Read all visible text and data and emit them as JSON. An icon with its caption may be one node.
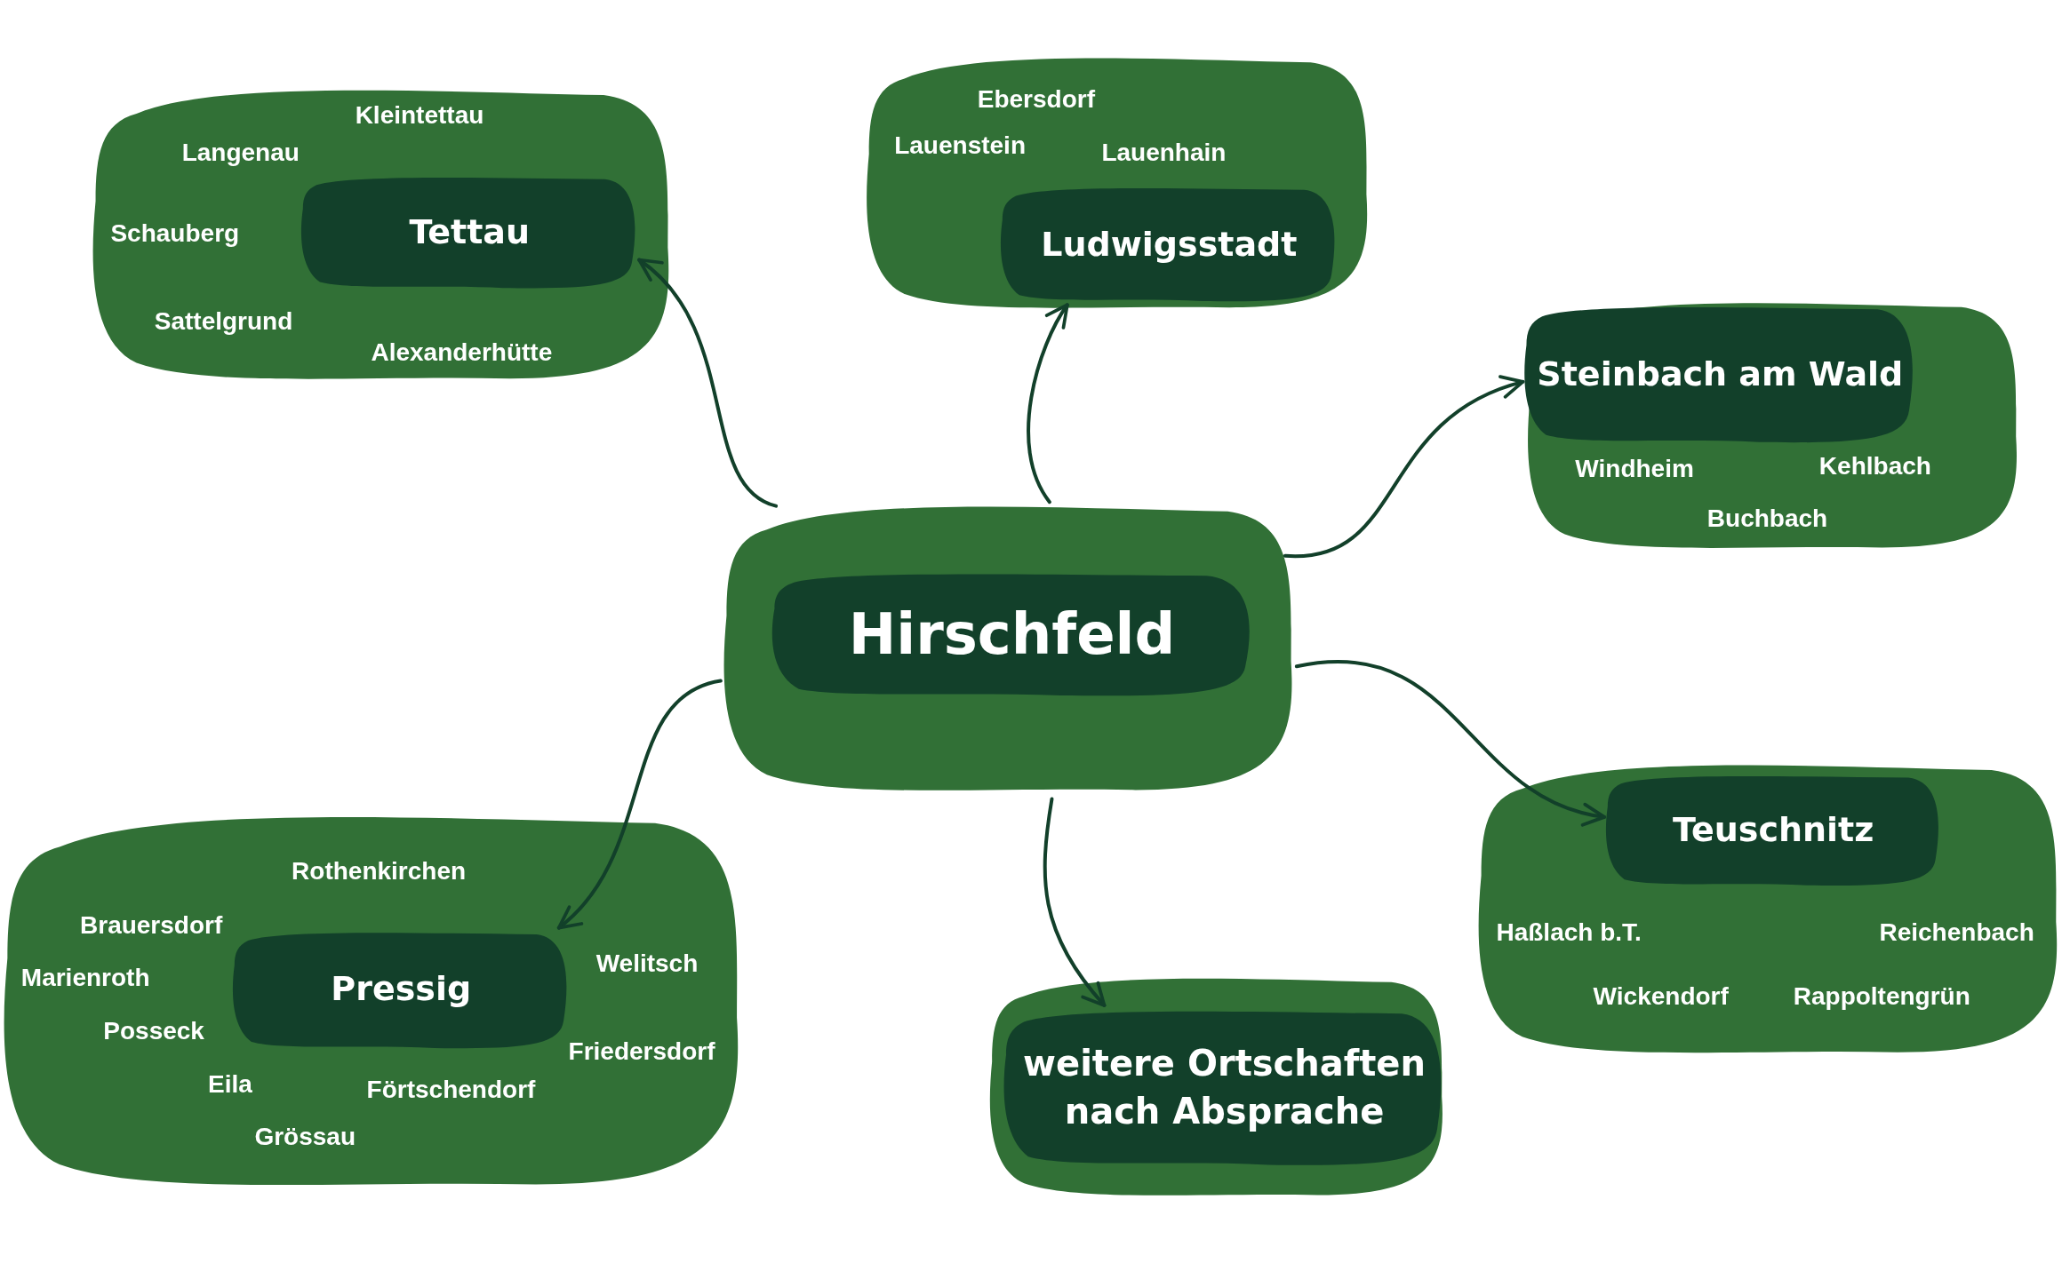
{
  "diagram": {
    "nodes": [
      {
        "text": [
          "Kleintettau",
          "Langenau",
          "Schauberg",
          "Sattelgrund",
          "Alexanderhütte"
        ]
      },
      {
        "text": [
          "Tettau"
        ],
        "in": 0
      },
      {
        "text": [
          "Ebersdorf",
          "Lauenstein",
          "Lauenhain"
        ]
      },
      {
        "text": [
          "Ludwigsstadt"
        ],
        "in": 2
      },
      {
        "text": [
          "Windheim",
          "Kehlbach",
          "Buchbach"
        ]
      },
      {
        "text": [
          "Steinbach am Wald"
        ],
        "in": 4
      },
      {
        "text": [],
        "shape": "box"
      },
      {
        "text": [
          "Hirschfeld"
        ],
        "in": 6
      },
      {
        "text": [
          "Haßlach b.T.",
          "Reichenbach",
          "Wickendorf",
          "Rappoltengrün"
        ]
      },
      {
        "text": [
          "Teuschnitz"
        ],
        "in": 8
      },
      {
        "text": [
          "Rothenkirchen",
          "Brauersdorf",
          "Welitsch",
          "Marienroth",
          "Posseck",
          "Friedersdorf",
          "Eila",
          "Förtschendorf",
          "Grössau"
        ]
      },
      {
        "text": [
          "Pressig"
        ],
        "in": 10
      },
      {
        "text": [],
        "shape": "box"
      },
      {
        "text": [
          "weitere Ortschaften nach Absprache"
        ],
        "in": 12
      }
    ],
    "edges": [
      {
        "from": 6,
        "to": 1,
        "arrow": "to"
      },
      {
        "from": 6,
        "to": 3,
        "arrow": "to"
      },
      {
        "from": 6,
        "to": 5,
        "arrow": "to"
      },
      {
        "from": 6,
        "to": 9,
        "arrow": "to"
      },
      {
        "from": 6,
        "to": 11,
        "arrow": "to"
      },
      {
        "from": 6,
        "to": 13,
        "arrow": "to"
      }
    ]
  }
}
